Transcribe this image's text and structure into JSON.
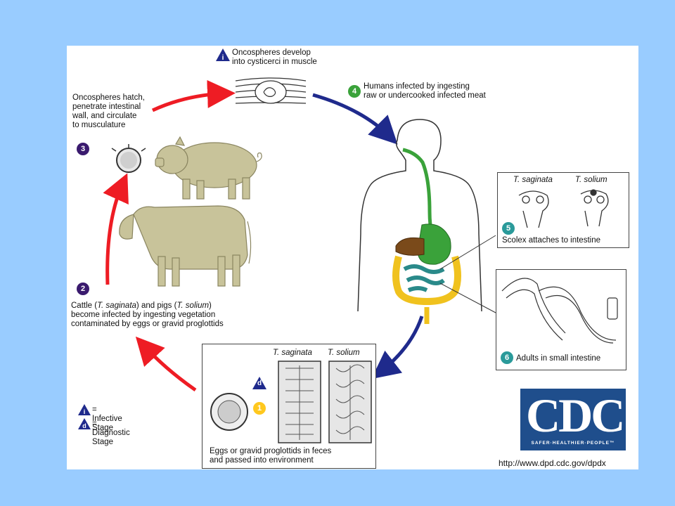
{
  "step_i": {
    "badge": "i",
    "text": "Oncospheres develop\ninto cysticerci in muscle"
  },
  "step_4": {
    "number": "4",
    "text": "Humans infected by ingesting\nraw or undercooked infected meat"
  },
  "step_3": {
    "number": "3",
    "text": "Oncospheres hatch,\npenetrate intestinal\nwall, and circulate\nto musculature"
  },
  "step_2": {
    "number": "2",
    "text_prefix": "Cattle (",
    "species_a": "T. saginata",
    "text_middle": ") and pigs (",
    "species_b": "T. solium",
    "text_suffix": ")\nbecome infected by ingesting vegetation\ncontaminated by eggs or gravid proglottids"
  },
  "step_5": {
    "number": "5",
    "label_a": "T. saginata",
    "label_b": "T. solium",
    "text": "Scolex attaches to intestine"
  },
  "step_6": {
    "number": "6",
    "text": "Adults in small intestine"
  },
  "step_1": {
    "number": "1",
    "diag_badge": "d",
    "label_a": "T. saginata",
    "label_b": "T. solium",
    "text": "Eggs or gravid proglottids in feces\nand passed into environment"
  },
  "legend": {
    "infective_badge": "i",
    "infective_text": "= Infective Stage",
    "diagnostic_badge": "d",
    "diagnostic_text": "= Diagnostic Stage"
  },
  "logo": {
    "letters": "CDC",
    "tagline": "SAFER·HEALTHIER·PEOPLE™",
    "url": "http://www.dpd.cdc.gov/dpdx"
  },
  "colors": {
    "background": "#99ccff",
    "arrow_red": "#ee1c24",
    "arrow_blue": "#1f2a8c",
    "animal": "#c8c39a",
    "logo_blue": "#1f4e8c"
  }
}
